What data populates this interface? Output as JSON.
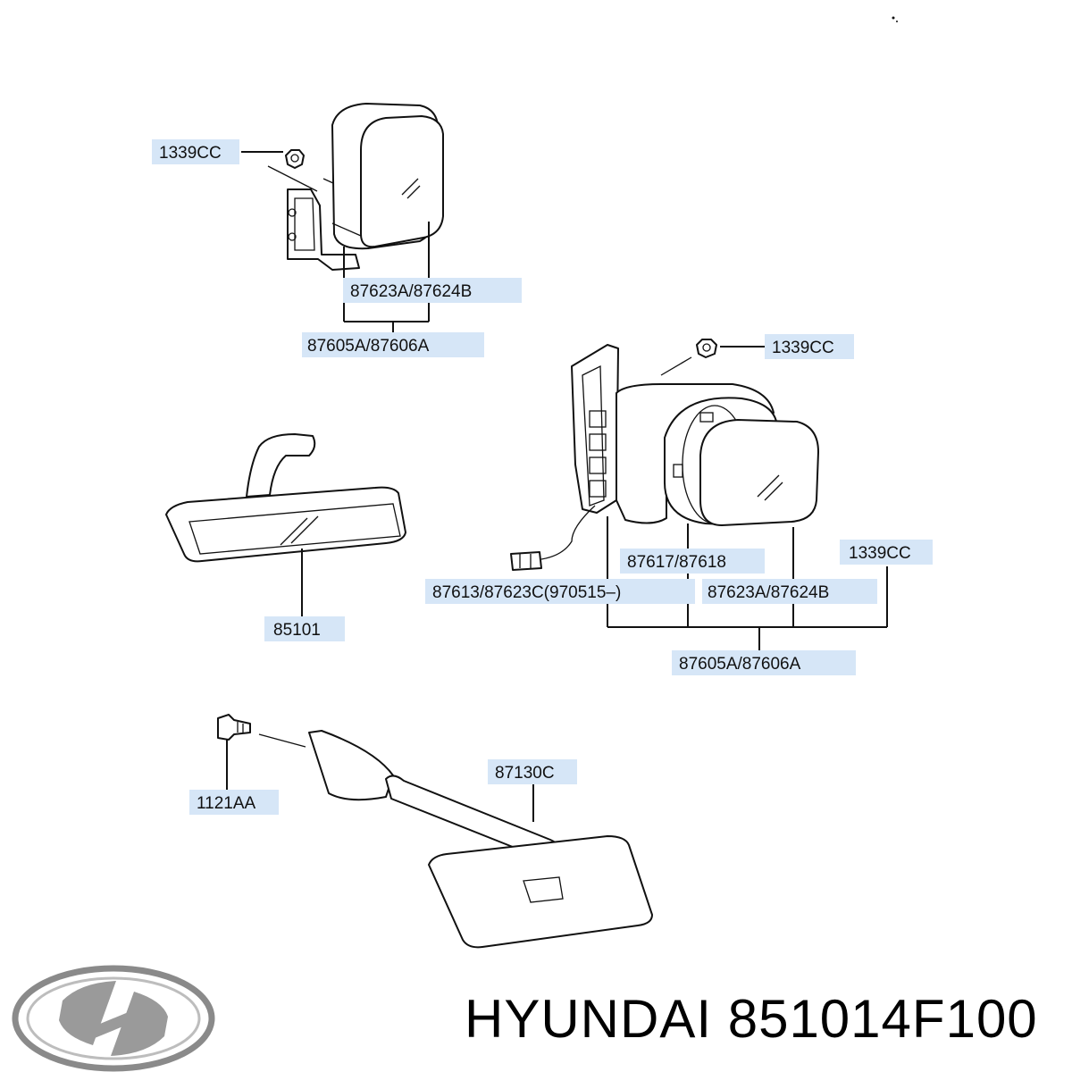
{
  "labels": {
    "p1339cc_a": "1339CC",
    "p87623a_a": "87623A/87624B",
    "p87605a_a": "87605A/87606A",
    "p1339cc_b": "1339CC",
    "p85101": "85101",
    "p87617": "87617/87618",
    "p1339cc_c": "1339CC",
    "p87613": "87613/87623C(970515–)",
    "p87623a_b": "87623A/87624B",
    "p87605a_b": "87605A/87606A",
    "p87130c": "87130C",
    "p1121aa": "1121AA"
  },
  "footer": {
    "brand": "HYUNDAI",
    "part_number": "851014F100"
  },
  "logo": {
    "name": "hyundai-logo",
    "color": "#8a8a8a"
  }
}
